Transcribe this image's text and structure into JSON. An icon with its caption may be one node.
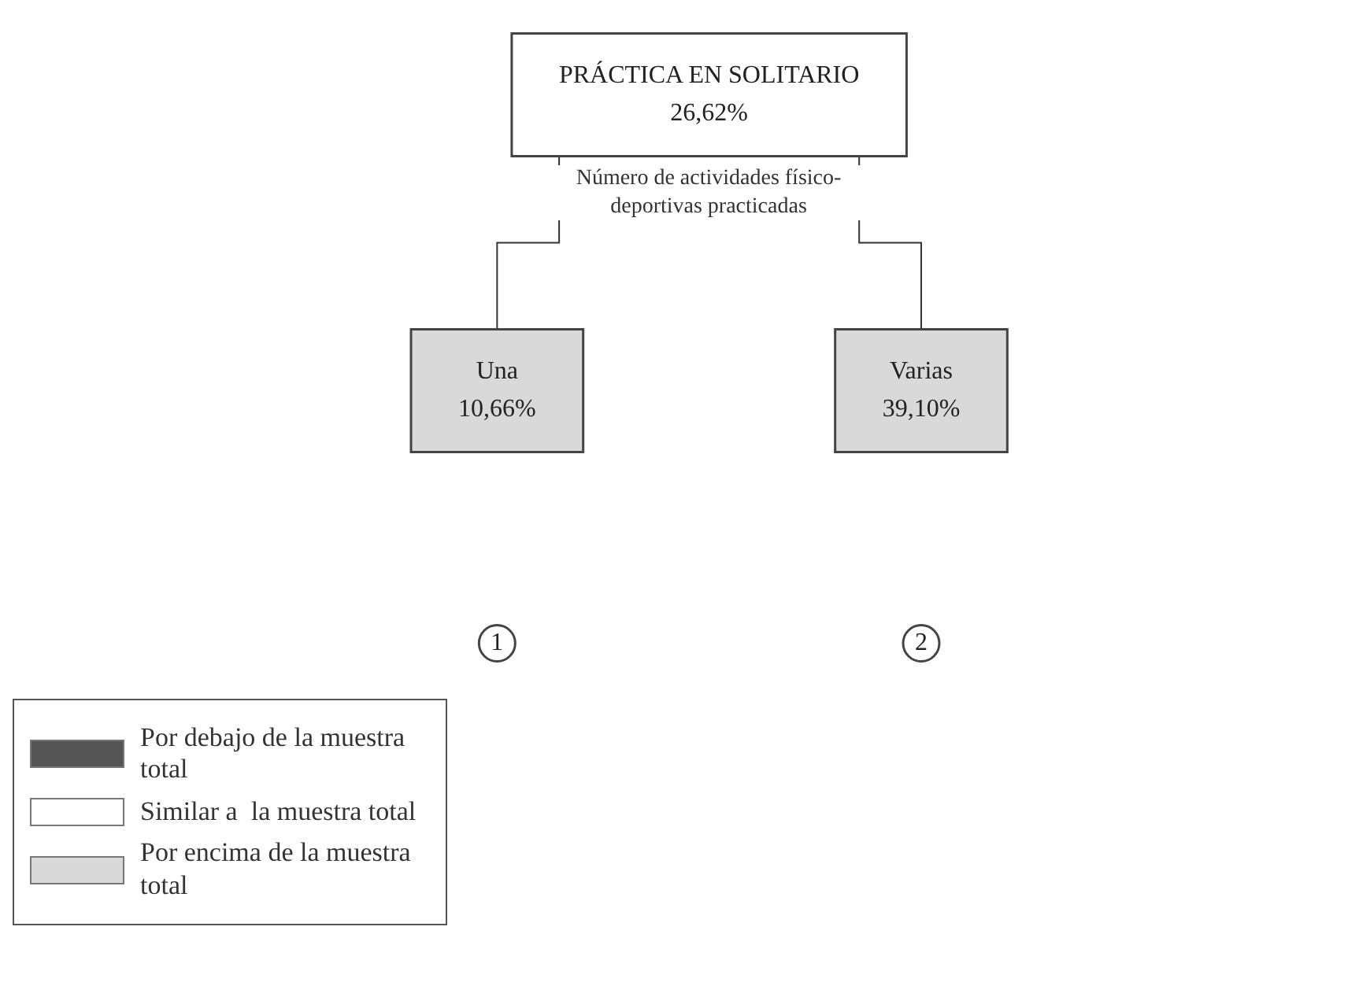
{
  "diagram": {
    "nodes": [
      {
        "text": [
          "PRÁCTICA EN SOLITARIO",
          "26,62%"
        ],
        "beside": [
          "Número de actividades físico-deportivas practicadas"
        ]
      },
      {
        "text": [
          "Una",
          "10,66%"
        ]
      },
      {
        "text": [
          "Varias",
          "39,10%"
        ]
      },
      {
        "text": [
          "1"
        ]
      },
      {
        "text": [
          "2"
        ]
      }
    ],
    "edges": [
      {
        "from": 0,
        "to": 1,
        "arrow": "none"
      },
      {
        "from": 0,
        "to": 2,
        "arrow": "none"
      }
    ],
    "legend": [
      {
        "text": "Por debajo de la muestra total",
        "color": "#555555"
      },
      {
        "text": "Similar a  la muestra total",
        "color": "#ffffff"
      },
      {
        "text": "Por encima de la muestra total",
        "color": "#d9d9d9"
      }
    ]
  }
}
